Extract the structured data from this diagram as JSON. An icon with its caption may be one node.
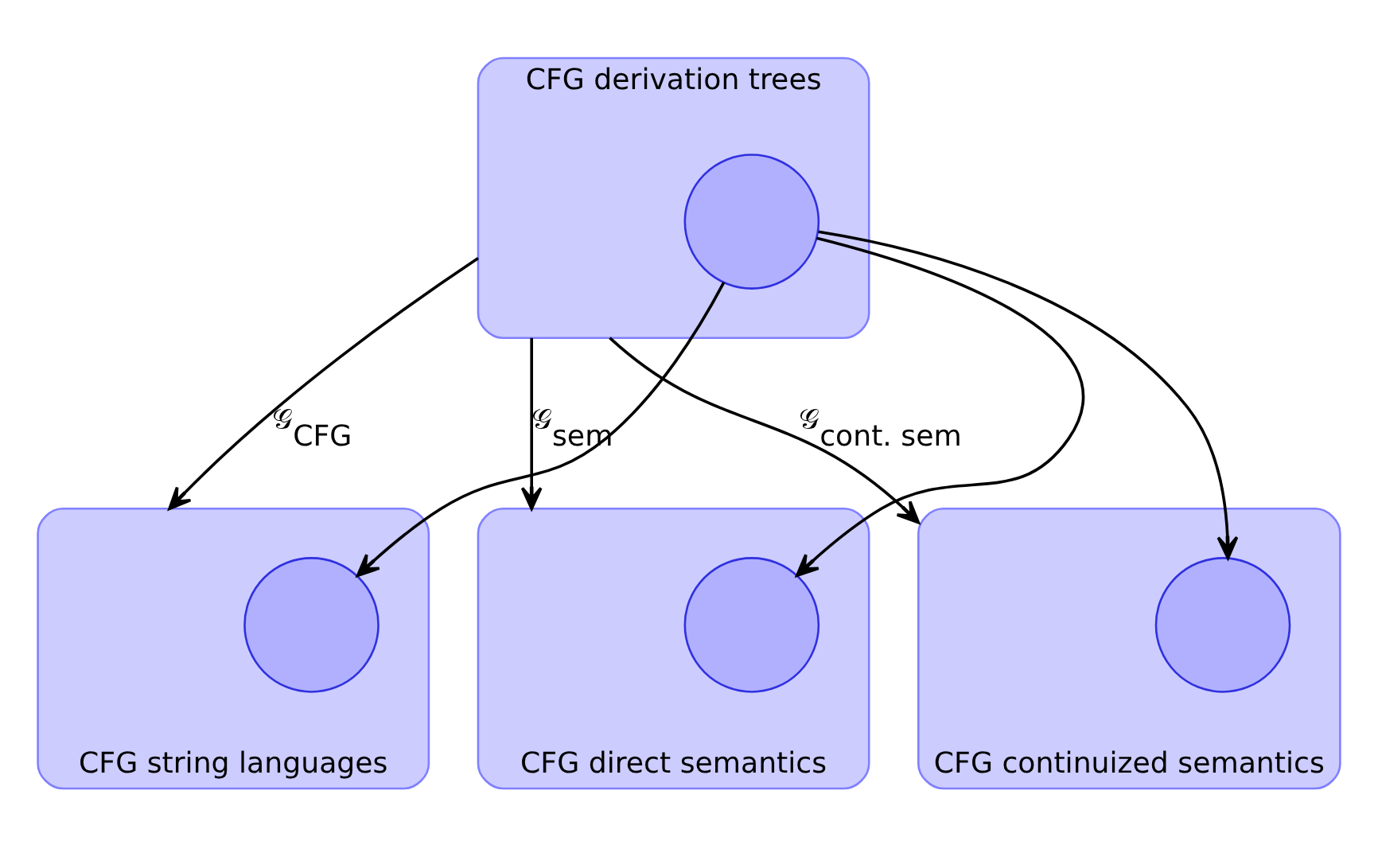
{
  "diagram": {
    "nodes": [
      {
        "text": [
          "CFG derivation trees"
        ]
      },
      {
        "text": [],
        "shape": "circle",
        "in": 0
      },
      {
        "text": [
          "CFG string languages"
        ]
      },
      {
        "text": [],
        "shape": "circle",
        "in": 2
      },
      {
        "text": [
          "CFG direct semantics"
        ]
      },
      {
        "text": [],
        "shape": "circle",
        "in": 4
      },
      {
        "text": [
          "CFG continuized semantics"
        ]
      },
      {
        "text": [],
        "shape": "circle",
        "in": 6
      }
    ],
    "edges": [
      {
        "from": 0,
        "to": 2,
        "arrow": "to",
        "label": "𝒢$_{CFG}$"
      },
      {
        "from": 1,
        "to": 3,
        "arrow": "to"
      },
      {
        "from": 0,
        "to": 4,
        "arrow": "to",
        "label": "𝒢$_{sem}$"
      },
      {
        "from": 1,
        "to": 5,
        "arrow": "to"
      },
      {
        "from": 0,
        "to": 6,
        "arrow": "to",
        "label": "𝒢$_{cont. sem}$"
      },
      {
        "from": 1,
        "to": 7,
        "arrow": "to"
      }
    ]
  }
}
